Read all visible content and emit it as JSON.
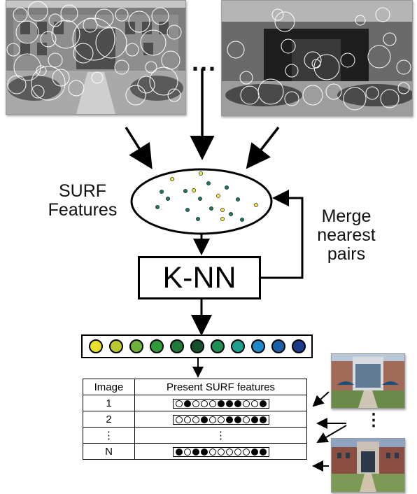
{
  "top_ellipsis": "...",
  "features_label": "SURF\nFeatures",
  "knn_label": "K-NN",
  "merge_label": "Merge\nnearest\npairs",
  "vocabulary_colors": [
    "#e8e02a",
    "#bcc832",
    "#6fb23a",
    "#2e9a3a",
    "#1f7a3a",
    "#14502c",
    "#1f8f55",
    "#1fa08c",
    "#1e88c8",
    "#1c60a8",
    "#1a3a8a"
  ],
  "feature_point_colors": {
    "yellow": "#f2e84a",
    "teal": "#1f7a5c"
  },
  "table": {
    "header": {
      "image": "Image",
      "features": "Present SURF features"
    },
    "rows": [
      {
        "image": "1",
        "pattern": [
          0,
          1,
          0,
          0,
          0,
          1,
          1,
          1,
          0,
          0,
          1
        ]
      },
      {
        "image": "2",
        "pattern": [
          0,
          0,
          0,
          1,
          0,
          0,
          1,
          1,
          0,
          1,
          1
        ]
      },
      {
        "image": "⋮",
        "features_text": "⋮"
      },
      {
        "image": "N",
        "pattern": [
          1,
          0,
          1,
          1,
          0,
          0,
          0,
          0,
          0,
          1,
          1
        ]
      }
    ]
  },
  "right_ellipsis": "⋮"
}
